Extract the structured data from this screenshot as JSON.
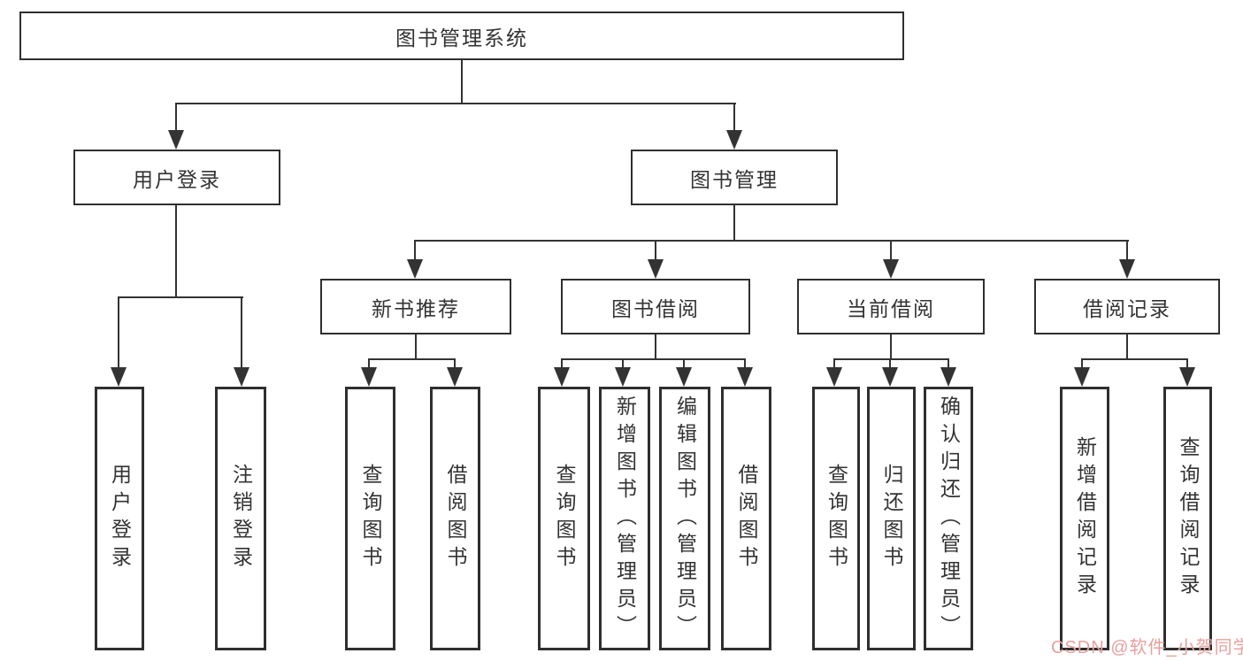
{
  "tree": {
    "label": "图书管理系统",
    "children": [
      {
        "label": "用户登录",
        "children": [
          {
            "label": "用户登录"
          },
          {
            "label": "注销登录"
          }
        ]
      },
      {
        "label": "图书管理",
        "children": [
          {
            "label": "新书推荐",
            "children": [
              {
                "label": "查询图书"
              },
              {
                "label": "借阅图书"
              }
            ]
          },
          {
            "label": "图书借阅",
            "children": [
              {
                "label": "查询图书"
              },
              {
                "label": "新增图书（管理员）"
              },
              {
                "label": "编辑图书（管理员）"
              },
              {
                "label": "借阅图书"
              }
            ]
          },
          {
            "label": "当前借阅",
            "children": [
              {
                "label": "查询图书"
              },
              {
                "label": "归还图书"
              },
              {
                "label": "确认归还（管理员）"
              }
            ]
          },
          {
            "label": "借阅记录",
            "children": [
              {
                "label": "新增借阅记录"
              },
              {
                "label": "查询借阅记录"
              }
            ]
          }
        ]
      }
    ]
  },
  "watermark": {
    "text": "CSDN @软件_小贺同学"
  },
  "colors": {
    "line": "#333333",
    "text": "#333333",
    "watermark": "#e8a09d",
    "background": "#ffffff"
  }
}
